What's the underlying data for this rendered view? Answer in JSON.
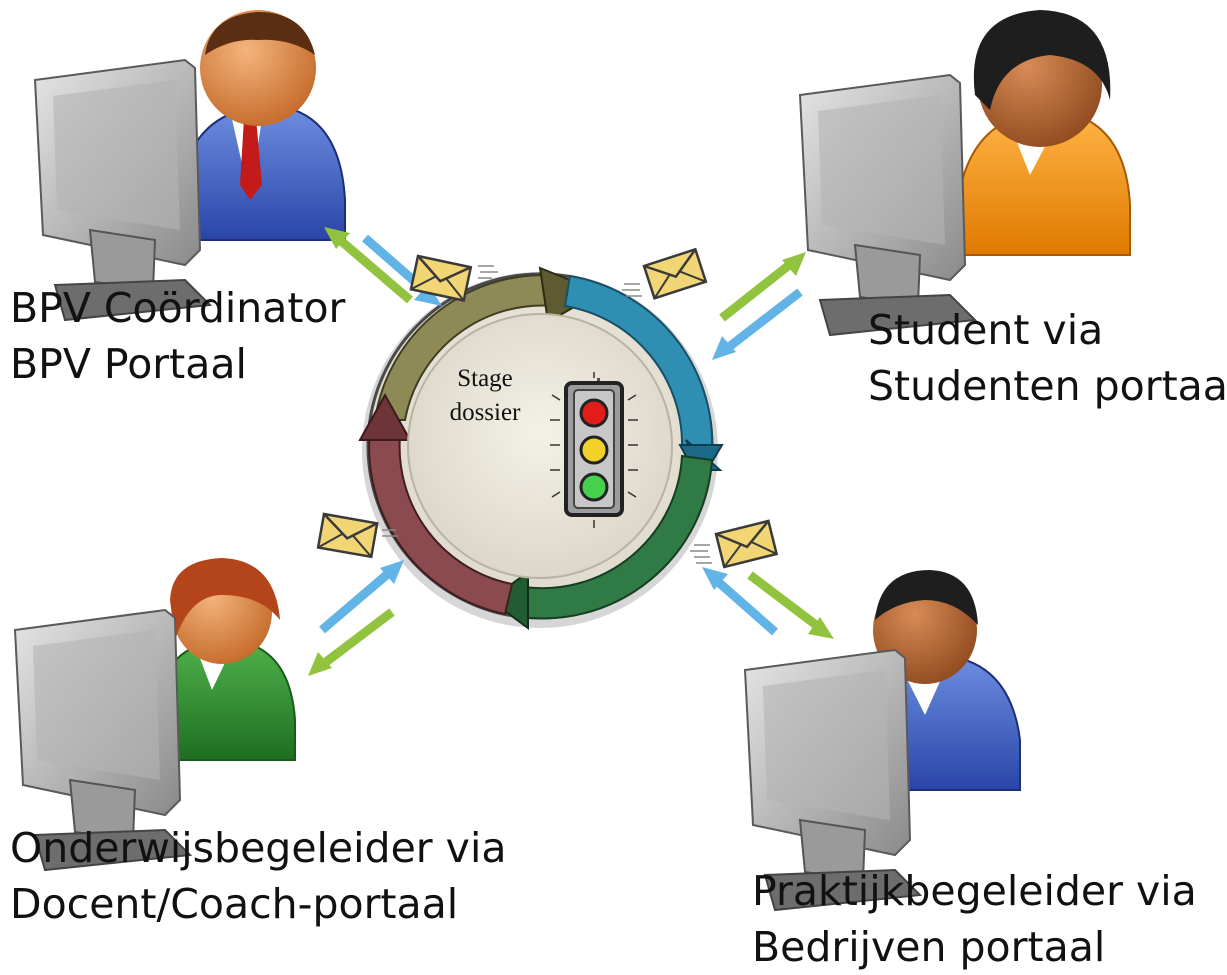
{
  "center": {
    "line1": "Stage",
    "line2": "dossier"
  },
  "actors": {
    "coordinator": {
      "line1": "BPV Coördinator",
      "line2": "BPV Portaal"
    },
    "student": {
      "line1": "Student via",
      "line2": "Studenten portaal"
    },
    "docent": {
      "line1": "Onderwijsbegeleider via",
      "line2": "Docent/Coach-portaal"
    },
    "praktijk": {
      "line1": "Praktijkbegeleider via",
      "line2": "Bedrijven portaal"
    }
  },
  "colors": {
    "arrow_green": "#92c33f",
    "arrow_blue": "#63b4e6",
    "ring_olive": "#8e8a55",
    "ring_teal": "#2f8fb2",
    "ring_green": "#2f7a45",
    "ring_red": "#8a4a4e",
    "envelope": "#f2d675",
    "light_red": "#e21b1b",
    "light_yellow": "#f2d22a",
    "light_green": "#45d04e"
  },
  "icons": [
    "user-at-computer-icon",
    "envelope-icon",
    "traffic-light-icon",
    "cycle-arrows-icon"
  ]
}
